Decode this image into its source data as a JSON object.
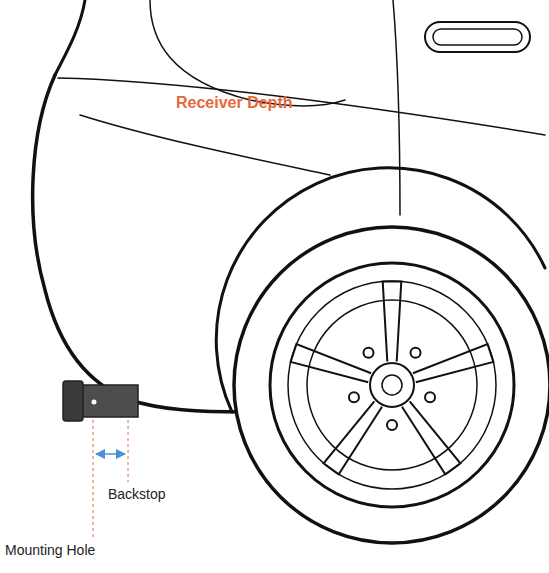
{
  "diagram": {
    "labels": [
      "Receiver Depth",
      "Backstop",
      "Mounting Hole"
    ]
  }
}
